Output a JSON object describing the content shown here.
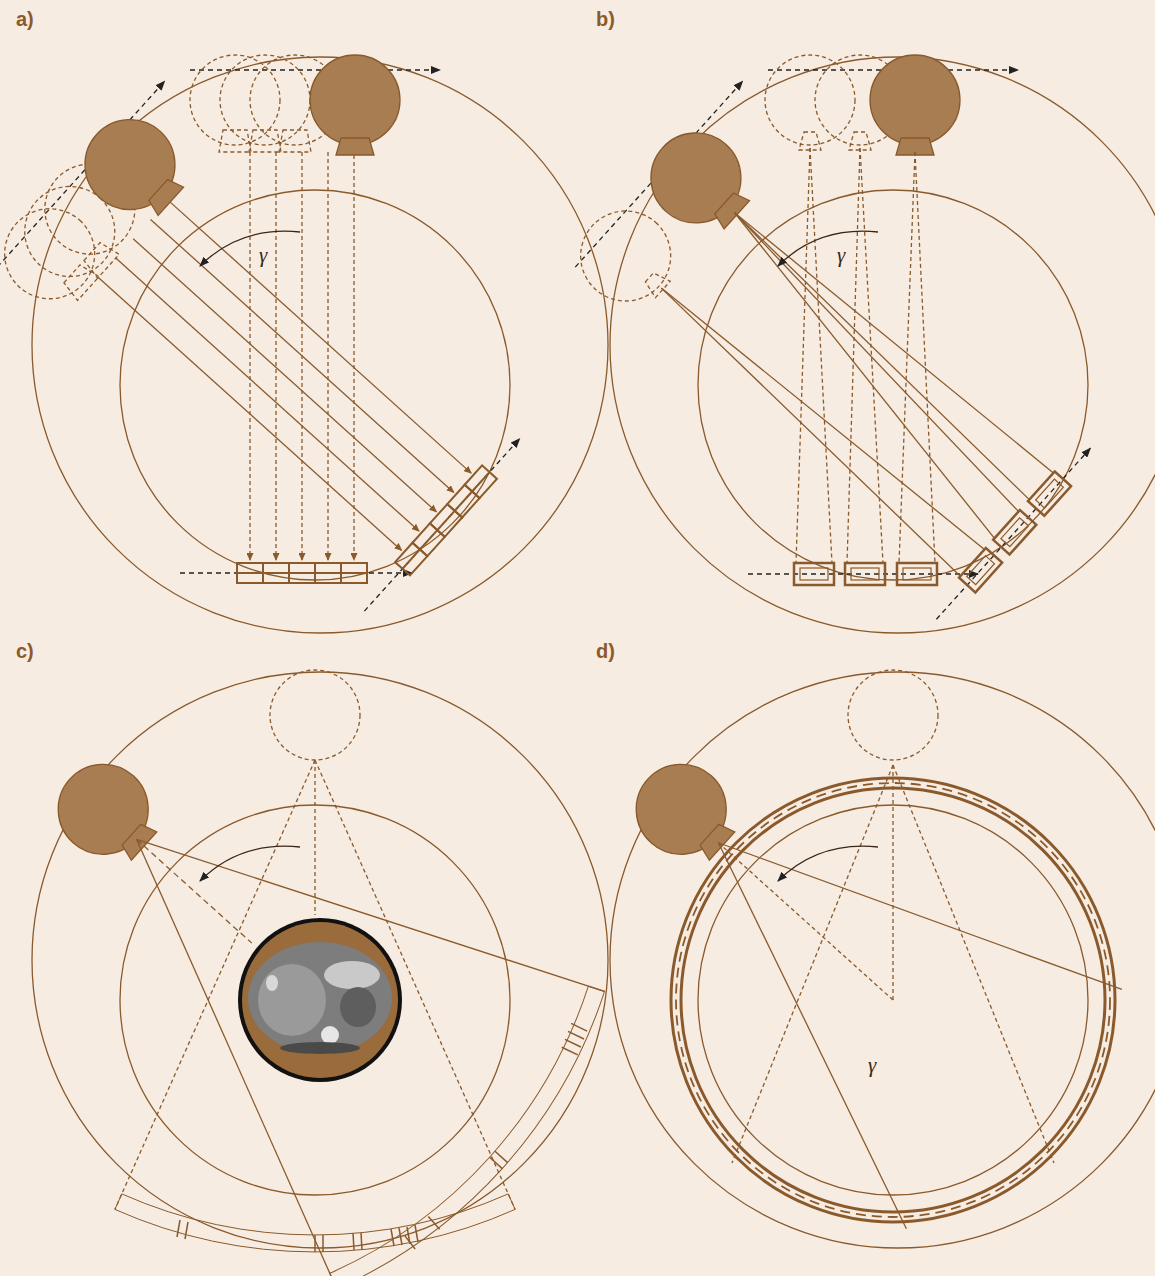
{
  "diagram": {
    "labels": [
      "a)",
      "b)",
      "c)",
      "d)",
      "γ",
      "γ",
      "γ"
    ]
  }
}
